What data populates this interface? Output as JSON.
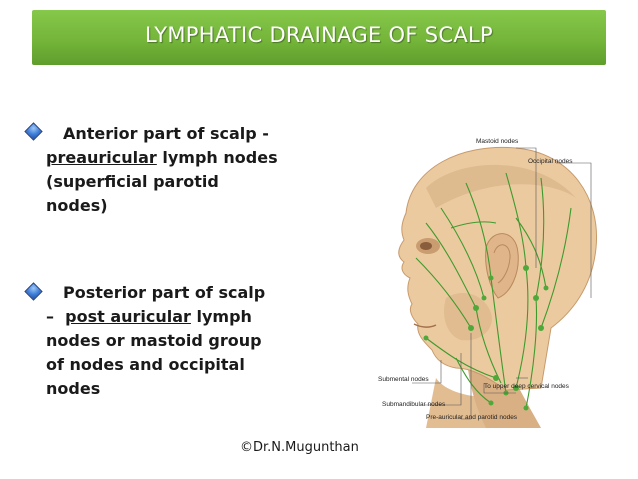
{
  "slide": {
    "title": "LYMPHATIC DRAINAGE OF SCALP",
    "bullets": [
      {
        "line1": "Anterior part of scalp -",
        "line2_underlined": "preauricular",
        "line2_rest": " lymph nodes",
        "line3": "(superficial parotid",
        "line4": "nodes)"
      },
      {
        "line1": "Posterior part of scalp",
        "line2_prefix": "–  ",
        "line2_underlined": "post auricular",
        "line2_rest": " lymph",
        "line3": "nodes or mastoid group",
        "line4": "of nodes and occipital",
        "line5": "nodes"
      }
    ],
    "copyright": "©Dr.N.Mugunthan"
  },
  "figure": {
    "labels": {
      "mastoid": "Mastoid nodes",
      "occipital": "Occipital nodes",
      "submental": "Submental nodes",
      "upper_deep_cervical": "To upper deep cervical nodes",
      "submandibular": "Submandibular nodes",
      "preauricular_parotid": "Pre-auricular and parotid nodes"
    },
    "colors": {
      "title_bar": "#74b53a",
      "lymph_vessels": "#3f9a2e",
      "skin": "#e8c49a",
      "bullet": "#3f7fd9"
    }
  }
}
